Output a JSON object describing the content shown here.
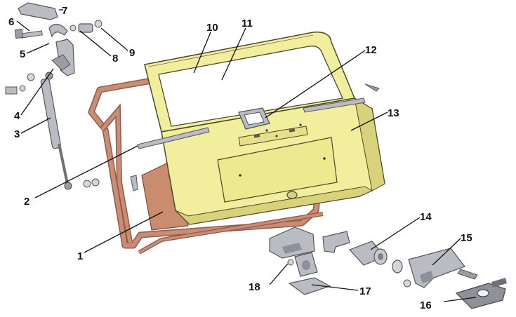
{
  "diagram": {
    "callouts": [
      "1",
      "2",
      "3",
      "4",
      "5",
      "6",
      "7",
      "8",
      "9",
      "10",
      "11",
      "12",
      "13",
      "14",
      "15",
      "16",
      "17",
      "18"
    ],
    "colors": {
      "door_panel": "#f1ee9e",
      "door_shade": "#d9d27a",
      "seal": "#c98d76",
      "seal_dark": "#8f5a48",
      "metal": "#b9bcc2",
      "metal_dark": "#6d7077",
      "lining": "#c98c6e"
    }
  }
}
